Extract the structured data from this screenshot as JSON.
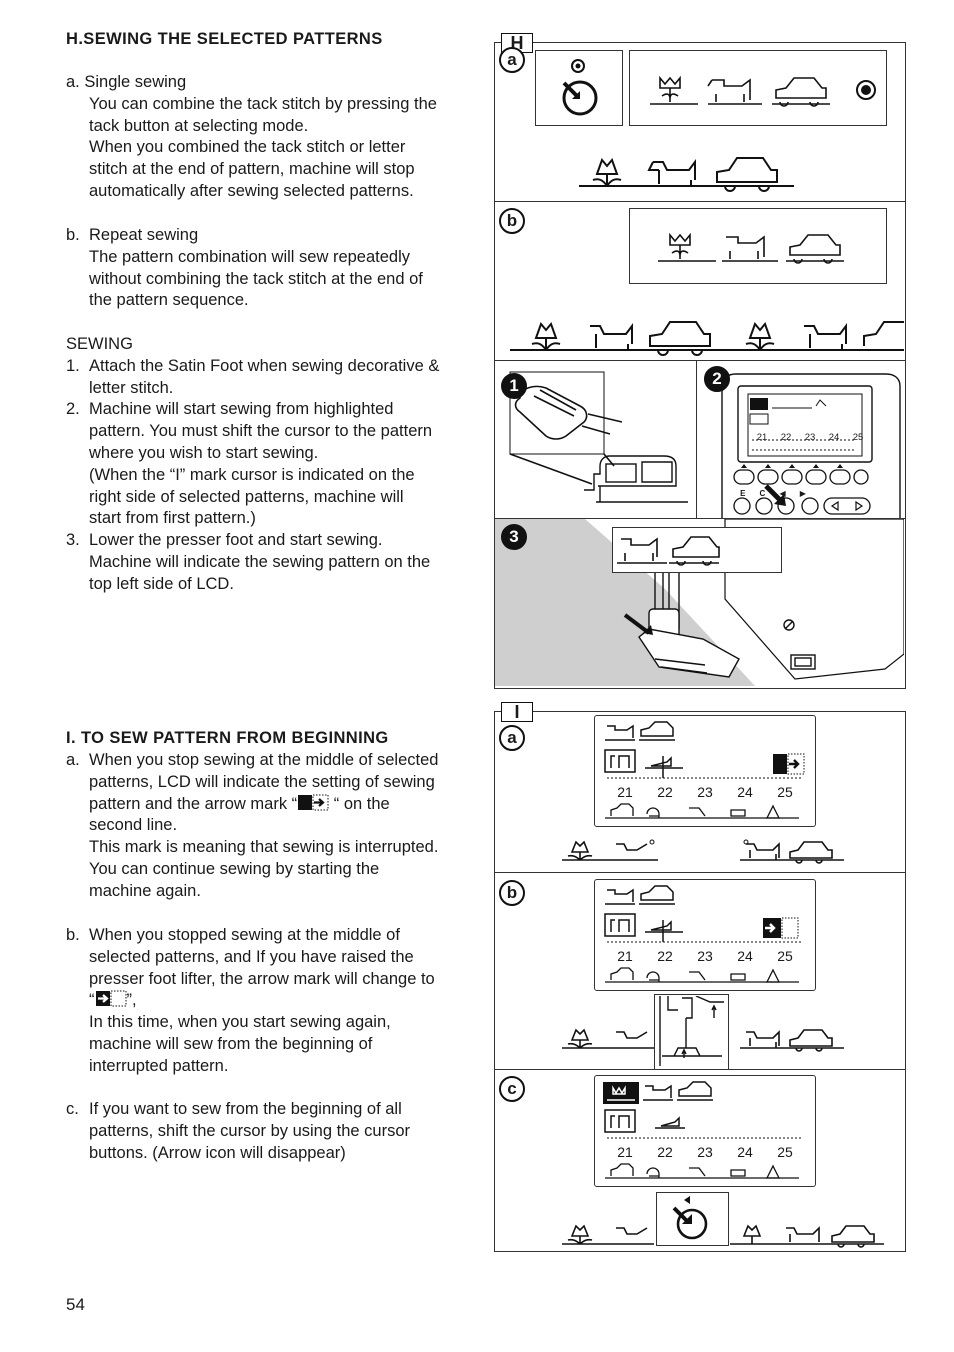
{
  "section_h": {
    "heading": "H.SEWING THE SELECTED PATTERNS",
    "single": {
      "label": "a. Single sewing",
      "lines": [
        "You can combine the tack stitch by pressing the",
        "tack button at selecting mode.",
        "When you combined the tack stitch or letter",
        "stitch at the end of pattern, machine will stop",
        "automatically after sewing selected patterns."
      ]
    },
    "repeat": {
      "marker": "b.",
      "label": "Repeat sewing",
      "lines": [
        "The pattern combination will sew repeatedly",
        "without combining the tack stitch at the end of",
        "the pattern sequence."
      ]
    },
    "sewing_heading": "SEWING",
    "steps": [
      {
        "num": "1.",
        "lines": [
          "Attach the Satin Foot when sewing decorative &",
          "letter stitch."
        ]
      },
      {
        "num": "2.",
        "lines": [
          "Machine will start sewing from highlighted",
          "pattern. You must shift the cursor to the pattern",
          "where you wish to start sewing.",
          "(When the “I” mark cursor is indicated on the",
          "right side of selected patterns, machine will",
          "start from first pattern.)"
        ]
      },
      {
        "num": "3.",
        "lines": [
          "Lower the presser foot and start sewing.",
          "Machine will indicate the sewing pattern on the",
          "top left side of LCD."
        ]
      }
    ]
  },
  "section_i": {
    "heading": "I.  TO SEW PATTERN FROM BEGINNING",
    "a": {
      "marker": "a.",
      "line1": "When you stop sewing at the middle of selected",
      "line2": "patterns, LCD will indicate the setting of sewing",
      "line3_pre": "pattern and the arrow mark “",
      "line3_post": " “ on the",
      "line4": "second line.",
      "line5": "This mark is meaning that sewing is interrupted.",
      "line6": "You can continue sewing by starting the",
      "line7": "machine again."
    },
    "b": {
      "marker": "b.",
      "line1": "When you stopped sewing at the middle of",
      "line2": "selected patterns, and If you have raised the",
      "line3": "presser foot lifter, the arrow mark will change to",
      "line4_pre": "“",
      "line4_post": "”,",
      "line5": "In this time, when you start sewing again,",
      "line6": "machine will sew from the beginning of",
      "line7": "interrupted pattern."
    },
    "c": {
      "marker": "c.",
      "lines": [
        "If you want to sew from the beginning of all",
        "patterns, shift the cursor by using the cursor",
        "buttons. (Arrow icon will disappear)"
      ]
    }
  },
  "figure_h": {
    "tag": "H",
    "sub_a": "a",
    "sub_b": "b",
    "step1": "1",
    "step2": "2",
    "step3": "3",
    "keypad_labels": [
      "E",
      "C",
      "◀",
      "▶"
    ]
  },
  "figure_i": {
    "tag": "I",
    "sub_a": "a",
    "sub_b": "b",
    "sub_c": "c",
    "lcd_numbers": [
      "21",
      "22",
      "23",
      "24",
      "25"
    ]
  },
  "lcd_small_numbers": [
    "21",
    "22",
    "23",
    "24",
    "25"
  ],
  "page_number": "54",
  "icons": [
    "tack-button-icon",
    "pattern-tulip-icon",
    "pattern-dog-icon",
    "pattern-car-icon",
    "arrow-mark-icon"
  ]
}
